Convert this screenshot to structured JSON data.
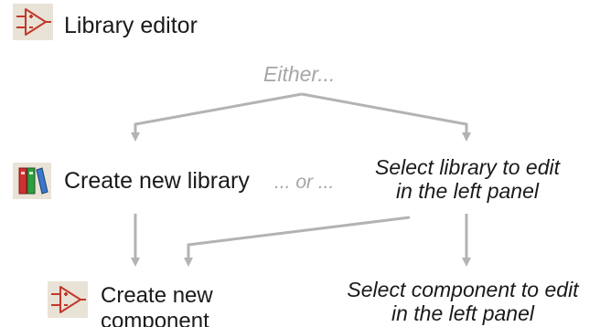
{
  "header": {
    "title": "Library editor",
    "icon": "amplifier-symbol-icon"
  },
  "flow": {
    "either": "Either...",
    "create_library": "Create new library",
    "or": "... or ...",
    "select_library_line1": "Select library to edit",
    "select_library_line2": "in the left panel",
    "create_component_line1": "Create new",
    "create_component_line2": "component",
    "select_component_line1": "Select component to edit",
    "select_component_line2": "in the left panel"
  },
  "colors": {
    "arrow": "#b3b3b3",
    "muted_text": "#a6a6a6",
    "icon_red": "#c0392b",
    "icon_bg": "#e9e2d6",
    "book_red": "#d32f2f",
    "book_green": "#2e9e3e",
    "book_blue": "#3a78c9"
  }
}
